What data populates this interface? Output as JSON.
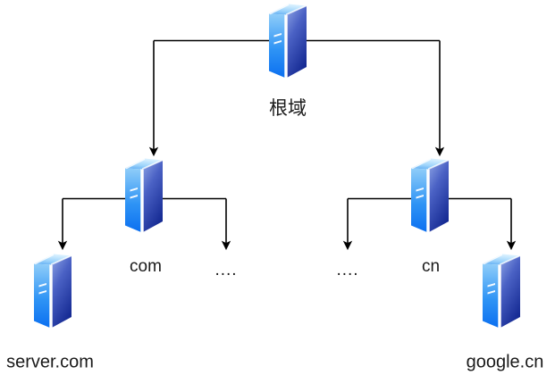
{
  "diagram": {
    "title_text": "",
    "background_color": "#ffffff",
    "connector_color": "#000000",
    "text_color": "#1a1a1a",
    "icon_colors": {
      "top_face_light": "#bfe4fb",
      "top_face_dark": "#58a7f0",
      "left_face_light": "#7ec4f7",
      "left_face_dark": "#0f7ff0",
      "right_face_light": "#7f98e0",
      "right_face_dark": "#16309b",
      "edge_highlight": "#ffffff",
      "vent_color": "#ffffff"
    },
    "nodes": [
      {
        "id": "root",
        "icon": "server-icon",
        "label": "根域",
        "label_lang": "cjk",
        "level": 0
      },
      {
        "id": "com",
        "icon": "server-icon",
        "label": "com",
        "label_lang": "latin",
        "level": 1
      },
      {
        "id": "cn",
        "icon": "server-icon",
        "label": "cn",
        "label_lang": "latin",
        "level": 1
      },
      {
        "id": "com-ellipsis",
        "icon": "none",
        "label": "....",
        "label_lang": "latin",
        "level": 2
      },
      {
        "id": "cn-ellipsis",
        "icon": "none",
        "label": "....",
        "label_lang": "latin",
        "level": 2
      },
      {
        "id": "server-com",
        "icon": "server-icon",
        "label": "server.com",
        "label_lang": "latin",
        "level": 2
      },
      {
        "id": "google-cn",
        "icon": "server-icon",
        "label": "google.cn",
        "label_lang": "latin",
        "level": 2
      }
    ],
    "edges": [
      {
        "from": "root",
        "to": "com",
        "arrow": true
      },
      {
        "from": "root",
        "to": "cn",
        "arrow": true
      },
      {
        "from": "com",
        "to": "server-com",
        "arrow": true
      },
      {
        "from": "com",
        "to": "com-ellipsis",
        "arrow": true
      },
      {
        "from": "cn",
        "to": "cn-ellipsis",
        "arrow": true
      },
      {
        "from": "cn",
        "to": "google-cn",
        "arrow": true
      }
    ]
  }
}
